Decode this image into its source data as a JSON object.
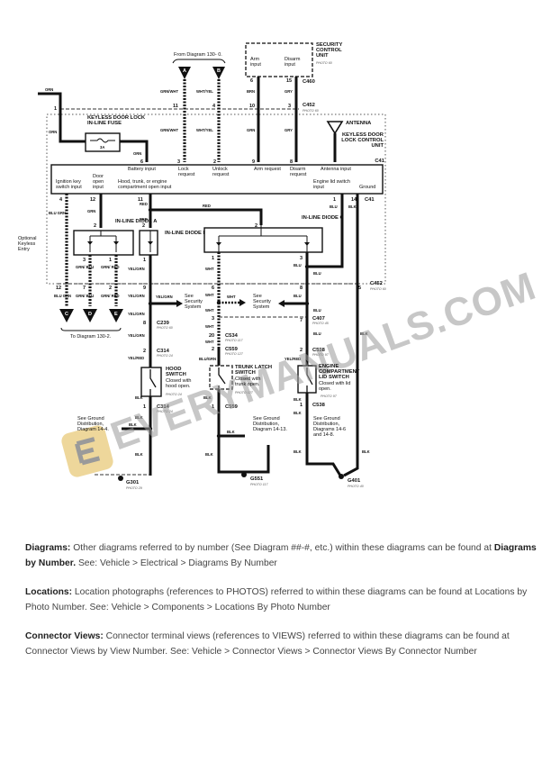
{
  "diagram": {
    "top_ref": "From Diagram 130- 0.",
    "bottom_ref": "To Diagram 130-2.",
    "connectors": {
      "A": "A",
      "B": "B",
      "C": "C",
      "D": "D",
      "E": "E"
    },
    "security_unit": {
      "title": "SECURITY CONTROL UNIT",
      "photo": "PHOTO 60",
      "arm": "Arm input",
      "disarm": "Disarm input",
      "conn": "C460"
    },
    "c452": "C452",
    "c452_photo": "PHOTO 60",
    "antenna": "ANTENNA",
    "fuse": {
      "title": "KEYLESS DOOR LOCK IN-LINE FUSE",
      "rating": "3A"
    },
    "module": {
      "title": "KEYLESS DOOR LOCK CONTROL UNIT",
      "conn": "C41",
      "battery": "Battery input",
      "lock": "Lock request",
      "unlock": "Unlock request",
      "arm": "Arm request",
      "disarm": "Disarm request",
      "antenna": "Antenna input",
      "ignition": "Ignition key switch input",
      "door": "Door open input",
      "hood": "Hood, trunk, or engine compartment open input",
      "engine": "Engine lid switch input",
      "ground": "Ground"
    },
    "optional": "Optional Keyless Entry",
    "diode_a": "IN-LINE DIODE A",
    "diode_b": "IN-LINE DIODE B",
    "diode_c": "IN-LINE DIODE C",
    "see_security": "See Security System",
    "hood_switch": {
      "title": "HOOD SWITCH",
      "desc": "Closed with hood open.",
      "photo": "PHOTO 24"
    },
    "trunk_switch": {
      "title": "TRUNK LATCH SWITCH",
      "desc": "Closed with trunk open.",
      "photo": "PHOTO 127"
    },
    "engine_switch": {
      "title": "ENGINE COMPARTMENT LID SWITCH",
      "desc": "Closed with lid open.",
      "photo": "PHOTO 97"
    },
    "ground1": "See Ground Distribution, Diagram 14-4.",
    "ground2": "See Ground Distribution, Diagram 14-13.",
    "ground3": "See Ground Distribution, Diagrams 14-6 and 14-8.",
    "grounds": {
      "g301": "G301",
      "g301_photo": "PHOTO 29",
      "g551": "G551",
      "g551_photo": "PHOTO 117",
      "g401": "G401",
      "g401_photo": "PHOTO 40"
    },
    "conns": {
      "c239": "C239",
      "c239_photo": "PHOTO 60",
      "c314": "C314",
      "c314_photo": "PHOTO 24",
      "c534": "C534",
      "c534_photo": "PHOTO 117",
      "c559": "C559",
      "c559_photo": "PHOTO 127",
      "c407": "C407",
      "c407_photo": "PHOTO 45",
      "c538": "C538",
      "c538_photo": "PHOTO 97"
    },
    "colors": {
      "orn": "ORN",
      "grnwht": "GRN/WHT",
      "whtyel": "WHT/YEL",
      "brn": "BRN",
      "gry": "GRY",
      "blugrn": "BLU GRN",
      "grn": "GRN",
      "red": "RED",
      "blu": "BLU",
      "blk": "BLK",
      "grnblu": "GRN/ BLU",
      "grnred": "GRN/ RED",
      "yelgrn": "YEL/GRN",
      "wht": "WHT",
      "yelred": "YEL/RED",
      "blugrn2": "BLU/GRN"
    },
    "watermark": "EVERYMANUALS.COM"
  },
  "notes": [
    {
      "label": "Diagrams:",
      "text": " Other diagrams referred to by number (See Diagram ##-#, etc.) within these diagrams can be found at ",
      "bold2": "Diagrams by Number.",
      "text2": " See: Vehicle > Electrical > Diagrams By Number"
    },
    {
      "label": "Locations:",
      "text": " Location photographs (references to PHOTOS) referred to within these diagrams can be found at Locations by Photo Number. See: Vehicle > Components > Locations By Photo Number"
    },
    {
      "label": "Connector Views:",
      "text": " Connector terminal views (references to VIEWS) referred to within these diagrams can be found at Connector Views by View Number. See: Vehicle > Connector Views > Connector Views By Connector Number"
    }
  ]
}
